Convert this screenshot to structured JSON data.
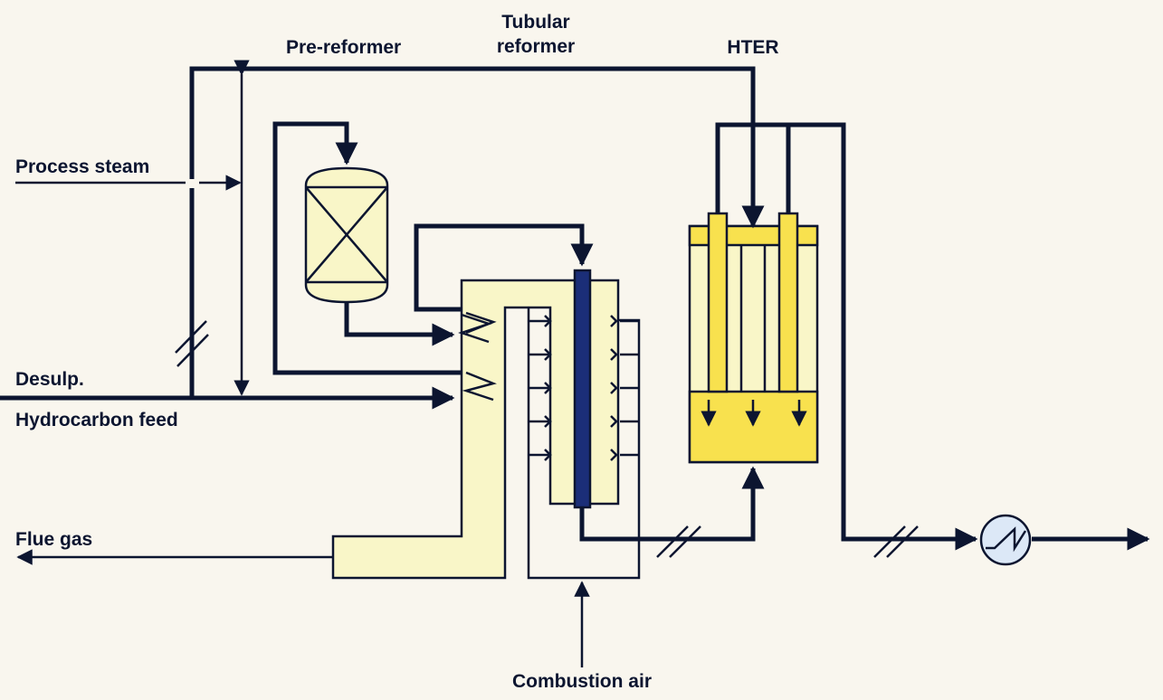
{
  "labels": {
    "pre_reformer": "Pre-reformer",
    "tubular_reformer_line1": "Tubular",
    "tubular_reformer_line2": "reformer",
    "hter": "HTER",
    "process_steam": "Process steam",
    "desulp": "Desulp.",
    "hydrocarbon_feed": "Hydrocarbon feed",
    "flue_gas": "Flue gas",
    "combustion_air": "Combustion air"
  },
  "colors": {
    "background": "#f9f6ee",
    "line": "#0c1530",
    "light_fill": "#f9f6c8",
    "yellow_fill": "#f8e14e",
    "reformer_tube": "#1b2e78",
    "exchanger_fill": "#dce8f7"
  },
  "icons": {
    "heat_exchanger": "heat-exchanger-symbol",
    "pre_reformer": "catalyst-bed-vessel",
    "break_marks": "pipe-break-marks"
  }
}
